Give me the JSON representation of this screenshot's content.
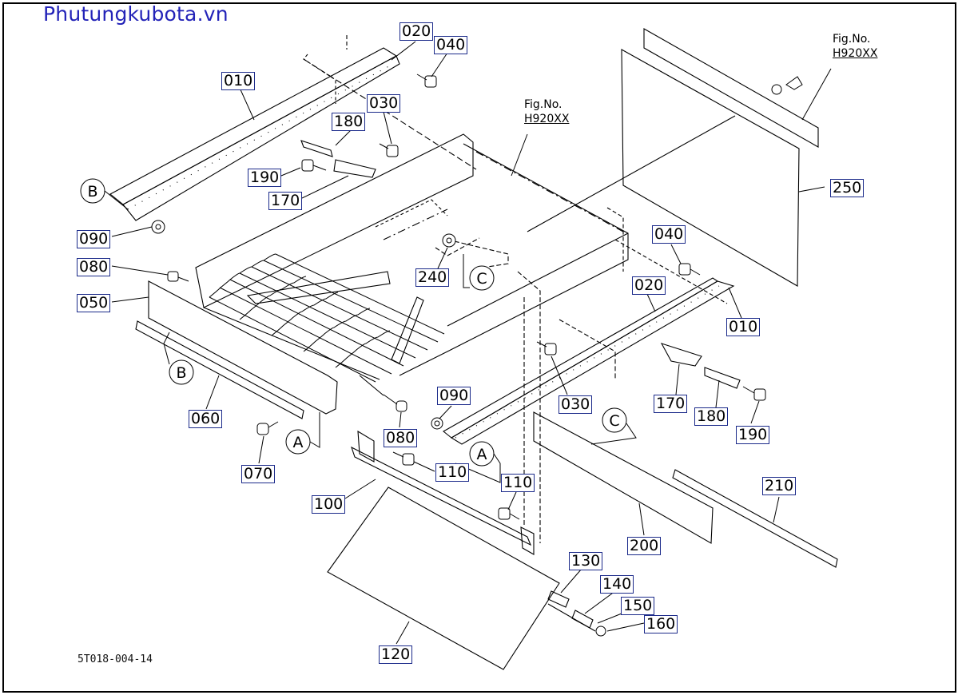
{
  "brand": "Phutungkubota.vn",
  "drawing_code": "5T018-004-14",
  "fig_refs": [
    {
      "line1": "Fig.No.",
      "line2": "H920XX"
    },
    {
      "line1": "Fig.No.",
      "line2": "H920XX"
    }
  ],
  "part_labels": {
    "p020_top": "020",
    "p040_top": "040",
    "p010_top": "010",
    "p030_top": "030",
    "p180_left": "180",
    "p190_left": "190",
    "p170_left": "170",
    "p250": "250",
    "p090_left": "090",
    "p080_left": "080",
    "p050": "050",
    "p040_right": "040",
    "p240": "240",
    "p020_right": "020",
    "p010_right": "010",
    "p060": "060",
    "p030_mid": "030",
    "p090_mid": "090",
    "p170_right": "170",
    "p180_right": "180",
    "p190_right": "190",
    "p080_mid": "080",
    "p070": "070",
    "p110_a": "110",
    "p110_b": "110",
    "p100": "100",
    "p210": "210",
    "p200": "200",
    "p130": "130",
    "p140": "140",
    "p150": "150",
    "p160": "160",
    "p120": "120"
  },
  "callouts": {
    "b_top": "B",
    "b_bottom": "B",
    "a_left": "A",
    "a_right": "A",
    "c_mid": "C",
    "c_right": "C"
  }
}
